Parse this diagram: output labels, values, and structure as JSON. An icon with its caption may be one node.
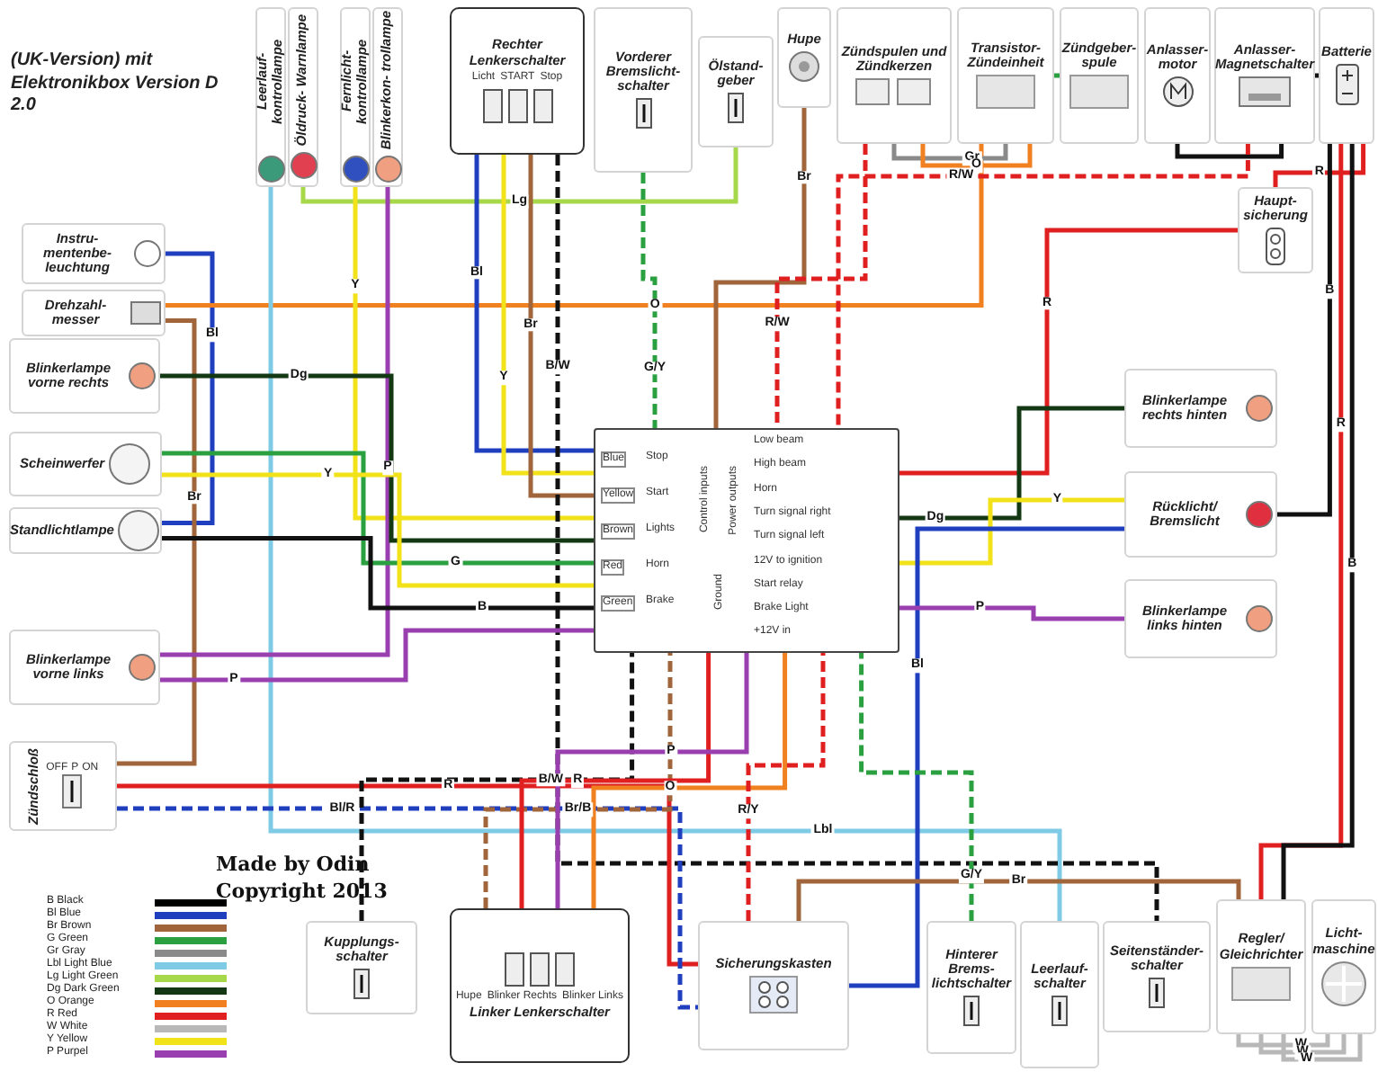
{
  "diagram": {
    "title": "(UK-Version) mit Elektronikbox Version D 2.0",
    "nodes": [
      {
        "text": [
          "Instru- mentenbe- leuchtung"
        ]
      },
      {
        "text": [
          "Drehzahl- messer"
        ]
      },
      {
        "text": [
          "Leerlauf- kontrollampe"
        ]
      },
      {
        "text": [
          "Öldruck- Warnlampe"
        ]
      },
      {
        "text": [
          "Fernlicht- kontrollampe"
        ]
      },
      {
        "text": [
          "Blinkerkon- trollampe"
        ]
      },
      {
        "text": [
          "Rechter Lenkerschalter",
          "Licht",
          "START",
          "Stop"
        ]
      },
      {
        "text": [
          "Vorderer Bremslicht- schalter"
        ]
      },
      {
        "text": [
          "Ölstand- geber"
        ]
      },
      {
        "text": [
          "Hupe"
        ]
      },
      {
        "text": [
          "Zündspulen und Zündkerzen"
        ]
      },
      {
        "text": [
          "Transistor- Zündeinheit"
        ]
      },
      {
        "text": [
          "Zündgeber- spule"
        ]
      },
      {
        "text": [
          "Anlasser- motor"
        ]
      },
      {
        "text": [
          "Anlasser- Magnetschalter"
        ]
      },
      {
        "text": [
          "Batterie"
        ]
      },
      {
        "text": [
          "Haupt- sicherung"
        ]
      },
      {
        "text": [
          "Blinkerlampe vorne rechts"
        ]
      },
      {
        "text": [
          "Scheinwerfer"
        ]
      },
      {
        "text": [
          "Standlichtlampe"
        ]
      },
      {
        "text": [
          "Blinkerlampe vorne links"
        ]
      },
      {
        "text": [
          "Zündschloß",
          "OFF",
          "P",
          "ON"
        ]
      },
      {
        "text": [
          "Control inputs",
          "Blue",
          "Stop",
          "Yellow",
          "Start",
          "Brown",
          "Lights",
          "Red",
          "Horn",
          "Green",
          "Brake",
          "Power outputs",
          "Low beam",
          "High beam",
          "Horn",
          "Turn signal right",
          "Turn signal left",
          "12V to ignition",
          "Start relay",
          "Brake Light",
          "+12V in",
          "Ground"
        ]
      },
      {
        "text": [
          "Blinkerlampe rechts hinten"
        ]
      },
      {
        "text": [
          "Rücklicht/ Bremslicht"
        ]
      },
      {
        "text": [
          "Blinkerlampe links hinten"
        ]
      },
      {
        "text": [
          "Kupplungs- schalter"
        ]
      },
      {
        "text": [
          "Linker Lenkerschalter",
          "Hupe",
          "Blinker Rechts",
          "Blinker Links"
        ]
      },
      {
        "text": [
          "Sicherungskasten"
        ]
      },
      {
        "text": [
          "Hinterer Brems- lichtschalter"
        ]
      },
      {
        "text": [
          "Leerlauf- schalter"
        ]
      },
      {
        "text": [
          "Seitenständer- schalter"
        ]
      },
      {
        "text": [
          "Regler/ Gleichrichter"
        ]
      },
      {
        "text": [
          "Licht- maschine"
        ]
      }
    ],
    "edges": [
      {
        "from": 0,
        "to": 19,
        "arrow": "none",
        "label": "Bl",
        "color": "#1f3fbf"
      },
      {
        "from": 1,
        "to": 11,
        "arrow": "none",
        "label": "O",
        "color": "#f08020"
      },
      {
        "from": 1,
        "to": 21,
        "arrow": "none",
        "label": "Br",
        "color": "#a0653a"
      },
      {
        "from": 2,
        "to": 30,
        "arrow": "none",
        "label": "Lbl",
        "color": "#7fcbe6"
      },
      {
        "from": 3,
        "to": 8,
        "arrow": "none",
        "label": "Lg",
        "color": "#a6d84a"
      },
      {
        "from": 4,
        "to": 22,
        "arrow": "none",
        "label": "Y",
        "color": "#f2e21a"
      },
      {
        "from": 5,
        "to": 20,
        "arrow": "none",
        "label": "P",
        "color": "#9a3fb0"
      },
      {
        "from": 6,
        "to": 22,
        "arrow": "none",
        "label": "Bl",
        "color": "#1f3fbf"
      },
      {
        "from": 6,
        "to": 22,
        "arrow": "none",
        "label": "Y",
        "color": "#f2e21a"
      },
      {
        "from": 6,
        "to": 22,
        "arrow": "none",
        "label": "Br",
        "color": "#a0653a"
      },
      {
        "from": 6,
        "to": 31,
        "arrow": "none",
        "label": "B/W",
        "style": "dashed",
        "color": "#111111"
      },
      {
        "from": 7,
        "to": 22,
        "arrow": "none",
        "label": "G/Y",
        "style": "dashed",
        "color": "#2aa040"
      },
      {
        "from": 9,
        "to": 22,
        "arrow": "none",
        "label": "Br",
        "color": "#a0653a"
      },
      {
        "from": 10,
        "to": 11,
        "arrow": "none",
        "label": "Gr",
        "color": "#8a8a8a"
      },
      {
        "from": 10,
        "to": 11,
        "arrow": "none",
        "label": "O",
        "color": "#f08020"
      },
      {
        "from": 10,
        "to": 22,
        "arrow": "none",
        "label": "R/W",
        "style": "dashed",
        "color": "#e02020"
      },
      {
        "from": 12,
        "to": 11,
        "arrow": "none",
        "color": "#2aa040"
      },
      {
        "from": 13,
        "to": 14,
        "arrow": "none",
        "color": "#111111"
      },
      {
        "from": 14,
        "to": 22,
        "arrow": "none",
        "label": "R/W",
        "style": "dashed",
        "color": "#e02020"
      },
      {
        "from": 15,
        "to": 16,
        "arrow": "none",
        "label": "R",
        "color": "#e02020"
      },
      {
        "from": 16,
        "to": 22,
        "arrow": "none",
        "label": "R",
        "color": "#e02020"
      },
      {
        "from": 17,
        "to": 22,
        "arrow": "none",
        "label": "Dg",
        "color": "#143814"
      },
      {
        "from": 18,
        "to": 22,
        "arrow": "none",
        "label": "G",
        "color": "#2aa040"
      },
      {
        "from": 18,
        "to": 22,
        "arrow": "none",
        "label": "Y",
        "color": "#f2e21a"
      },
      {
        "from": 19,
        "to": 22,
        "arrow": "none",
        "label": "B",
        "color": "#111111"
      },
      {
        "from": 20,
        "to": 22,
        "arrow": "none",
        "label": "P",
        "color": "#9a3fb0"
      },
      {
        "from": 21,
        "to": 28,
        "arrow": "none",
        "label": "R",
        "color": "#e02020"
      },
      {
        "from": 21,
        "to": 28,
        "arrow": "none",
        "label": "Bl/R",
        "style": "dashed",
        "color": "#1f3fbf"
      },
      {
        "from": 23,
        "to": 22,
        "arrow": "none",
        "label": "Dg",
        "color": "#143814"
      },
      {
        "from": 24,
        "to": 22,
        "arrow": "none",
        "label": "Y",
        "color": "#f2e21a"
      },
      {
        "from": 24,
        "to": 28,
        "arrow": "none",
        "label": "Bl",
        "color": "#1f3fbf"
      },
      {
        "from": 24,
        "to": 15,
        "arrow": "none",
        "label": "B",
        "color": "#111111"
      },
      {
        "from": 25,
        "to": 22,
        "arrow": "none",
        "label": "P",
        "color": "#9a3fb0"
      },
      {
        "from": 26,
        "to": 22,
        "arrow": "none",
        "label": "B/W",
        "style": "dashed",
        "color": "#111111"
      },
      {
        "from": 27,
        "to": 22,
        "arrow": "none",
        "label": "Br/B",
        "style": "dashed",
        "color": "#a0653a"
      },
      {
        "from": 27,
        "to": 22,
        "arrow": "none",
        "label": "R",
        "color": "#e02020"
      },
      {
        "from": 27,
        "to": 22,
        "arrow": "none",
        "label": "P",
        "color": "#9a3fb0"
      },
      {
        "from": 27,
        "to": 22,
        "arrow": "none",
        "label": "O",
        "color": "#f08020"
      },
      {
        "from": 28,
        "to": 22,
        "arrow": "none",
        "label": "R/Y",
        "style": "dashed",
        "color": "#e02020"
      },
      {
        "from": 28,
        "to": 32,
        "arrow": "none",
        "label": "Br",
        "color": "#a0653a"
      },
      {
        "from": 29,
        "to": 22,
        "arrow": "none",
        "label": "G/Y",
        "style": "dashed",
        "color": "#2aa040"
      },
      {
        "from": 32,
        "to": 15,
        "arrow": "none",
        "label": "R",
        "color": "#e02020"
      },
      {
        "from": 32,
        "to": 15,
        "arrow": "none",
        "label": "B",
        "color": "#111111"
      },
      {
        "from": 32,
        "to": 33,
        "arrow": "none",
        "label": "W",
        "color": "#b8b8b8"
      },
      {
        "from": 32,
        "to": 33,
        "arrow": "none",
        "label": "W",
        "color": "#b8b8b8"
      },
      {
        "from": 32,
        "to": 33,
        "arrow": "none",
        "label": "W",
        "color": "#b8b8b8"
      },
      {
        "from": 15,
        "to": 14,
        "arrow": "none",
        "color": "#111111"
      }
    ],
    "labels": [
      "Made by Odin",
      "Copyright 2013"
    ],
    "legend": [
      {
        "text": "B Black",
        "color": "#000000"
      },
      {
        "text": "Bl Blue",
        "color": "#1f3fbf"
      },
      {
        "text": "Br Brown",
        "color": "#a0653a"
      },
      {
        "text": "G Green",
        "color": "#2aa040"
      },
      {
        "text": "Gr Gray",
        "color": "#8a8a8a"
      },
      {
        "text": "Lbl Light Blue",
        "color": "#7fcbe6"
      },
      {
        "text": "Lg Light Green",
        "color": "#a6d84a"
      },
      {
        "text": "Dg Dark Green",
        "color": "#143814"
      },
      {
        "text": "O Orange",
        "color": "#f08020"
      },
      {
        "text": "R Red",
        "color": "#e02020"
      },
      {
        "text": "W White",
        "color": "#b8b8b8"
      },
      {
        "text": "Y Yellow",
        "color": "#f2e21a"
      },
      {
        "text": "P Purpel",
        "color": "#9a3fb0"
      }
    ]
  }
}
